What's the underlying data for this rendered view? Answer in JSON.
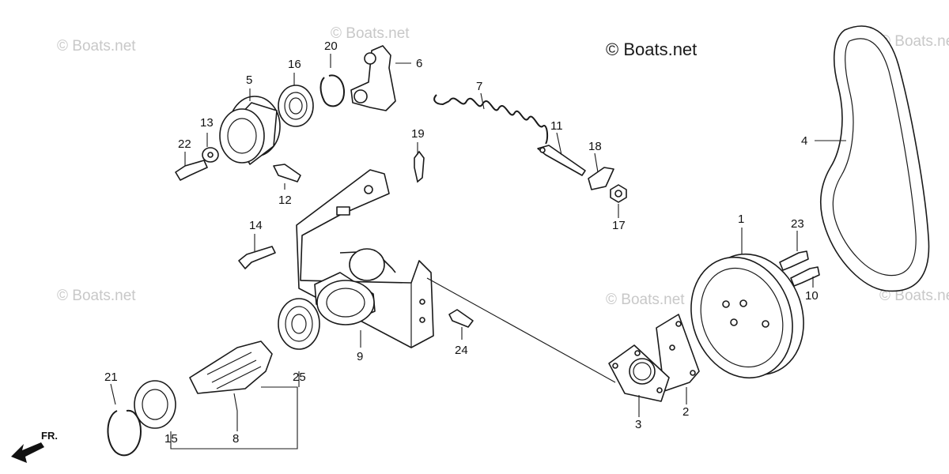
{
  "watermark": {
    "main": "© Boats.net",
    "faint": "© Boats.net"
  },
  "direction_label": "FR.",
  "callouts": {
    "c1": "1",
    "c2": "2",
    "c3": "3",
    "c4": "4",
    "c5": "5",
    "c6": "6",
    "c7": "7",
    "c8": "8",
    "c9": "9",
    "c10": "10",
    "c11": "11",
    "c12": "12",
    "c13": "13",
    "c14": "14",
    "c15": "15",
    "c16": "16",
    "c17": "17",
    "c18": "18",
    "c19": "19",
    "c20": "20",
    "c21": "21",
    "c22": "22",
    "c23": "23",
    "c24": "24",
    "c25": "25"
  }
}
